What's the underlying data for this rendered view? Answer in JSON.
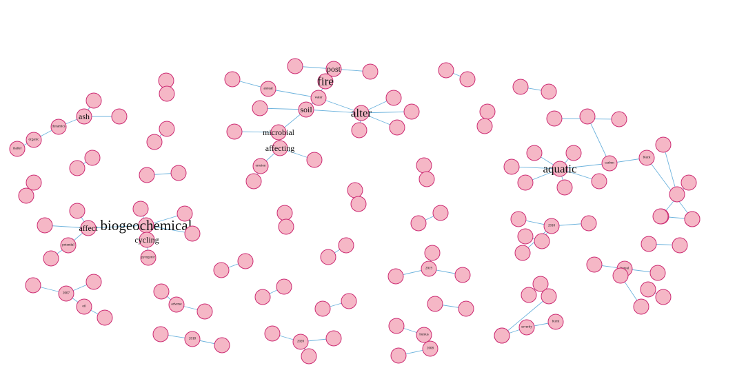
{
  "graph": {
    "nodes": [
      {
        "id": "fire",
        "label": "fire",
        "size": "xl"
      },
      {
        "id": "post",
        "label": "post",
        "size": "m"
      },
      {
        "id": "alter",
        "label": "alter",
        "size": "xl"
      },
      {
        "id": "soil",
        "label": "soil",
        "size": "m"
      },
      {
        "id": "microbial",
        "label": "microbial",
        "size": "m"
      },
      {
        "id": "affecting",
        "label": "affecting",
        "size": "m"
      },
      {
        "id": "aquatic",
        "label": "aquatic",
        "size": "xl"
      },
      {
        "id": "biogeochemical",
        "label": "biogeochemical",
        "size": "xxl"
      },
      {
        "id": "cycling",
        "label": "cycling",
        "size": "m"
      },
      {
        "id": "affect",
        "label": "affect",
        "size": "m"
      },
      {
        "id": "ash",
        "label": "ash",
        "size": "m"
      },
      {
        "id": "organic",
        "label": "organic",
        "size": "s"
      },
      {
        "id": "matter",
        "label": "matter",
        "size": "s"
      },
      {
        "id": "carbon",
        "label": "carbon",
        "size": "s"
      },
      {
        "id": "black",
        "label": "black",
        "size": "s"
      },
      {
        "id": "water",
        "label": "water",
        "size": "s"
      },
      {
        "id": "y2010",
        "label": "2010",
        "size": "s"
      },
      {
        "id": "y2019",
        "label": "2019",
        "size": "s"
      },
      {
        "id": "y2007",
        "label": "2007",
        "size": "s"
      },
      {
        "id": "oil",
        "label": "oil",
        "size": "s"
      },
      {
        "id": "y2018",
        "label": "2018",
        "size": "s"
      },
      {
        "id": "y2020",
        "label": "2020",
        "size": "s"
      },
      {
        "id": "y2008",
        "label": "2008",
        "size": "s"
      },
      {
        "id": "boreal",
        "label": "boreal",
        "size": "s"
      },
      {
        "id": "burnt",
        "label": "burnt",
        "size": "s"
      },
      {
        "id": "severity",
        "label": "severity",
        "size": "s"
      },
      {
        "id": "adverse",
        "label": "adverse",
        "size": "s"
      },
      {
        "id": "humus",
        "label": "humus",
        "size": "s"
      },
      {
        "id": "erosion",
        "label": "erosion",
        "size": "s"
      },
      {
        "id": "pyrogenic",
        "label": "pyrogenic",
        "size": "s"
      },
      {
        "id": "potential",
        "label": "potential",
        "size": "s"
      },
      {
        "id": "annual",
        "label": "annual",
        "size": "s"
      },
      {
        "id": "dynamics",
        "label": "dynamics",
        "size": "s"
      },
      {
        "id": "n1",
        "label": "",
        "size": "s"
      },
      {
        "id": "n2",
        "label": "",
        "size": "s"
      },
      {
        "id": "n3",
        "label": "",
        "size": "s"
      },
      {
        "id": "n4",
        "label": "",
        "size": "s"
      },
      {
        "id": "n5",
        "label": "",
        "size": "s"
      },
      {
        "id": "n6",
        "label": "",
        "size": "s"
      },
      {
        "id": "n7",
        "label": "",
        "size": "s"
      },
      {
        "id": "n8",
        "label": "",
        "size": "s"
      },
      {
        "id": "n9",
        "label": "",
        "size": "s"
      },
      {
        "id": "n10",
        "label": "",
        "size": "s"
      },
      {
        "id": "n11",
        "label": "",
        "size": "s"
      },
      {
        "id": "n12",
        "label": "",
        "size": "s"
      },
      {
        "id": "n13",
        "label": "",
        "size": "s"
      },
      {
        "id": "n14",
        "label": "",
        "size": "s"
      },
      {
        "id": "n15",
        "label": "",
        "size": "s"
      },
      {
        "id": "n16",
        "label": "",
        "size": "s"
      },
      {
        "id": "n17",
        "label": "",
        "size": "s"
      },
      {
        "id": "n18",
        "label": "",
        "size": "s"
      },
      {
        "id": "n19",
        "label": "",
        "size": "s"
      },
      {
        "id": "n20",
        "label": "",
        "size": "s"
      },
      {
        "id": "n21",
        "label": "",
        "size": "s"
      },
      {
        "id": "n22",
        "label": "",
        "size": "s"
      },
      {
        "id": "n23",
        "label": "",
        "size": "s"
      },
      {
        "id": "n24",
        "label": "",
        "size": "s"
      },
      {
        "id": "n25",
        "label": "",
        "size": "s"
      },
      {
        "id": "n26",
        "label": "",
        "size": "s"
      },
      {
        "id": "n27",
        "label": "",
        "size": "s"
      },
      {
        "id": "n28",
        "label": "",
        "size": "s"
      },
      {
        "id": "n29",
        "label": "",
        "size": "s"
      },
      {
        "id": "n30",
        "label": "",
        "size": "s"
      },
      {
        "id": "n31",
        "label": "",
        "size": "s"
      },
      {
        "id": "n32",
        "label": "",
        "size": "s"
      },
      {
        "id": "n33",
        "label": "",
        "size": "s"
      },
      {
        "id": "n34",
        "label": "",
        "size": "s"
      },
      {
        "id": "n35",
        "label": "",
        "size": "s"
      },
      {
        "id": "n36",
        "label": "",
        "size": "s"
      },
      {
        "id": "n37",
        "label": "",
        "size": "s"
      },
      {
        "id": "n38",
        "label": "",
        "size": "s"
      },
      {
        "id": "n39",
        "label": "",
        "size": "s"
      },
      {
        "id": "n40",
        "label": "",
        "size": "s"
      },
      {
        "id": "n41",
        "label": "",
        "size": "s"
      },
      {
        "id": "n42",
        "label": "",
        "size": "s"
      },
      {
        "id": "n43",
        "label": "",
        "size": "s"
      },
      {
        "id": "n44",
        "label": "",
        "size": "s"
      },
      {
        "id": "n45",
        "label": "",
        "size": "s"
      },
      {
        "id": "n46",
        "label": "",
        "size": "s"
      },
      {
        "id": "n47",
        "label": "",
        "size": "s"
      },
      {
        "id": "n48",
        "label": "",
        "size": "s"
      },
      {
        "id": "n49",
        "label": "",
        "size": "s"
      },
      {
        "id": "n50",
        "label": "",
        "size": "s"
      },
      {
        "id": "n51",
        "label": "",
        "size": "s"
      },
      {
        "id": "n52",
        "label": "",
        "size": "s"
      },
      {
        "id": "n53",
        "label": "",
        "size": "s"
      },
      {
        "id": "n54",
        "label": "",
        "size": "s"
      },
      {
        "id": "n55",
        "label": "",
        "size": "s"
      },
      {
        "id": "n56",
        "label": "",
        "size": "s"
      },
      {
        "id": "n57",
        "label": "",
        "size": "s"
      },
      {
        "id": "n58",
        "label": "",
        "size": "s"
      },
      {
        "id": "n59",
        "label": "",
        "size": "s"
      },
      {
        "id": "n60",
        "label": "",
        "size": "s"
      },
      {
        "id": "n61",
        "label": "",
        "size": "s"
      },
      {
        "id": "n62",
        "label": "",
        "size": "s"
      },
      {
        "id": "n63",
        "label": "",
        "size": "s"
      },
      {
        "id": "n64",
        "label": "",
        "size": "s"
      },
      {
        "id": "n65",
        "label": "",
        "size": "s"
      },
      {
        "id": "n66",
        "label": "",
        "size": "s"
      },
      {
        "id": "n67",
        "label": "",
        "size": "s"
      },
      {
        "id": "n68",
        "label": "",
        "size": "s"
      },
      {
        "id": "n69",
        "label": "",
        "size": "s"
      },
      {
        "id": "n70",
        "label": "",
        "size": "s"
      },
      {
        "id": "n71",
        "label": "",
        "size": "s"
      },
      {
        "id": "n72",
        "label": "",
        "size": "s"
      },
      {
        "id": "n73",
        "label": "",
        "size": "s"
      },
      {
        "id": "n74",
        "label": "",
        "size": "s"
      },
      {
        "id": "n75",
        "label": "",
        "size": "s"
      },
      {
        "id": "n76",
        "label": "",
        "size": "s"
      },
      {
        "id": "n77",
        "label": "",
        "size": "s"
      },
      {
        "id": "n78",
        "label": "",
        "size": "s"
      },
      {
        "id": "n79",
        "label": "",
        "size": "s"
      },
      {
        "id": "n80",
        "label": "",
        "size": "s"
      },
      {
        "id": "n81",
        "label": "",
        "size": "s"
      },
      {
        "id": "n82",
        "label": "",
        "size": "s"
      },
      {
        "id": "n83",
        "label": "",
        "size": "s"
      },
      {
        "id": "n84",
        "label": "",
        "size": "s"
      },
      {
        "id": "n85",
        "label": "",
        "size": "s"
      },
      {
        "id": "n86",
        "label": "",
        "size": "s"
      },
      {
        "id": "n87",
        "label": "",
        "size": "s"
      },
      {
        "id": "n88",
        "label": "",
        "size": "s"
      },
      {
        "id": "n89",
        "label": "",
        "size": "s"
      },
      {
        "id": "n90",
        "label": "",
        "size": "s"
      },
      {
        "id": "n91",
        "label": "",
        "size": "s"
      },
      {
        "id": "n92",
        "label": "",
        "size": "s"
      },
      {
        "id": "n93",
        "label": "",
        "size": "s"
      },
      {
        "id": "n94",
        "label": "",
        "size": "s"
      },
      {
        "id": "n95",
        "label": "",
        "size": "s"
      },
      {
        "id": "n96",
        "label": "",
        "size": "s"
      },
      {
        "id": "n97",
        "label": "",
        "size": "s"
      },
      {
        "id": "n98",
        "label": "",
        "size": "s"
      },
      {
        "id": "n99",
        "label": "",
        "size": "s"
      },
      {
        "id": "n100",
        "label": "",
        "size": "s"
      },
      {
        "id": "n101",
        "label": "",
        "size": "s"
      },
      {
        "id": "n102",
        "label": "",
        "size": "s"
      }
    ],
    "edges": [
      [
        "n1",
        "post"
      ],
      [
        "post",
        "fire"
      ],
      [
        "post",
        "n2"
      ],
      [
        "fire",
        "water"
      ],
      [
        "n3",
        "annual"
      ],
      [
        "annual",
        "water"
      ],
      [
        "water",
        "soil"
      ],
      [
        "soil",
        "alter"
      ],
      [
        "water",
        "alter"
      ],
      [
        "n4",
        "soil"
      ],
      [
        "soil",
        "microbial"
      ],
      [
        "n5",
        "microbial"
      ],
      [
        "microbial",
        "affecting"
      ],
      [
        "affecting",
        "n6"
      ],
      [
        "affecting",
        "erosion"
      ],
      [
        "erosion",
        "n7"
      ],
      [
        "alter",
        "n8"
      ],
      [
        "alter",
        "n9"
      ],
      [
        "alter",
        "n10"
      ],
      [
        "alter",
        "n11"
      ],
      [
        "ash",
        "dynamics"
      ],
      [
        "ash",
        "n12"
      ],
      [
        "ash",
        "n13"
      ],
      [
        "dynamics",
        "organic"
      ],
      [
        "organic",
        "matter"
      ],
      [
        "n14",
        "n15"
      ],
      [
        "n16",
        "n17"
      ],
      [
        "n18",
        "n19"
      ],
      [
        "n20",
        "n21"
      ],
      [
        "n22",
        "n23"
      ],
      [
        "biogeochemical",
        "cycling"
      ],
      [
        "biogeochemical",
        "affect"
      ],
      [
        "biogeochemical",
        "n24"
      ],
      [
        "biogeochemical",
        "n25"
      ],
      [
        "biogeochemical",
        "n26"
      ],
      [
        "cycling",
        "pyrogenic"
      ],
      [
        "affect",
        "n27"
      ],
      [
        "affect",
        "n28"
      ],
      [
        "affect",
        "potential"
      ],
      [
        "potential",
        "n29"
      ],
      [
        "n30",
        "n31"
      ],
      [
        "n32",
        "n33"
      ],
      [
        "n34",
        "n35"
      ],
      [
        "n36",
        "n37"
      ],
      [
        "n38",
        "n39"
      ],
      [
        "y2007",
        "n40"
      ],
      [
        "y2007",
        "n41"
      ],
      [
        "y2007",
        "oil"
      ],
      [
        "oil",
        "n42"
      ],
      [
        "n43",
        "adverse"
      ],
      [
        "adverse",
        "n44"
      ],
      [
        "n45",
        "y2018"
      ],
      [
        "y2018",
        "n46"
      ],
      [
        "n47",
        "y2020"
      ],
      [
        "y2020",
        "n48"
      ],
      [
        "y2020",
        "n49"
      ],
      [
        "n50",
        "n51"
      ],
      [
        "n52",
        "n53"
      ],
      [
        "n54",
        "n55"
      ],
      [
        "n56",
        "y2019"
      ],
      [
        "y2019",
        "n57"
      ],
      [
        "y2019",
        "n58"
      ],
      [
        "n59",
        "n60"
      ],
      [
        "n61",
        "humus"
      ],
      [
        "humus",
        "y2008"
      ],
      [
        "y2008",
        "n62"
      ],
      [
        "n63",
        "n64"
      ],
      [
        "n65",
        "n66"
      ],
      [
        "n67",
        "n68"
      ],
      [
        "n69",
        "n70"
      ],
      [
        "n71",
        "n72"
      ],
      [
        "n73",
        "n74"
      ],
      [
        "aquatic",
        "n75"
      ],
      [
        "aquatic",
        "n76"
      ],
      [
        "aquatic",
        "n77"
      ],
      [
        "aquatic",
        "n78"
      ],
      [
        "aquatic",
        "n79"
      ],
      [
        "aquatic",
        "n80"
      ],
      [
        "aquatic",
        "carbon"
      ],
      [
        "carbon",
        "black"
      ],
      [
        "carbon",
        "n81"
      ],
      [
        "black",
        "n82"
      ],
      [
        "n83",
        "y2010"
      ],
      [
        "y2010",
        "n84"
      ],
      [
        "y2010",
        "n85"
      ],
      [
        "y2010",
        "n86"
      ],
      [
        "n85",
        "n87"
      ],
      [
        "n88",
        "n89"
      ],
      [
        "n90",
        "n91"
      ],
      [
        "n92",
        "n93"
      ],
      [
        "n94",
        "boreal"
      ],
      [
        "boreal",
        "n95"
      ],
      [
        "n96",
        "n97"
      ],
      [
        "n98",
        "n99"
      ],
      [
        "n100",
        "severity"
      ],
      [
        "severity",
        "burnt"
      ],
      [
        "n101",
        "n102"
      ]
    ]
  }
}
